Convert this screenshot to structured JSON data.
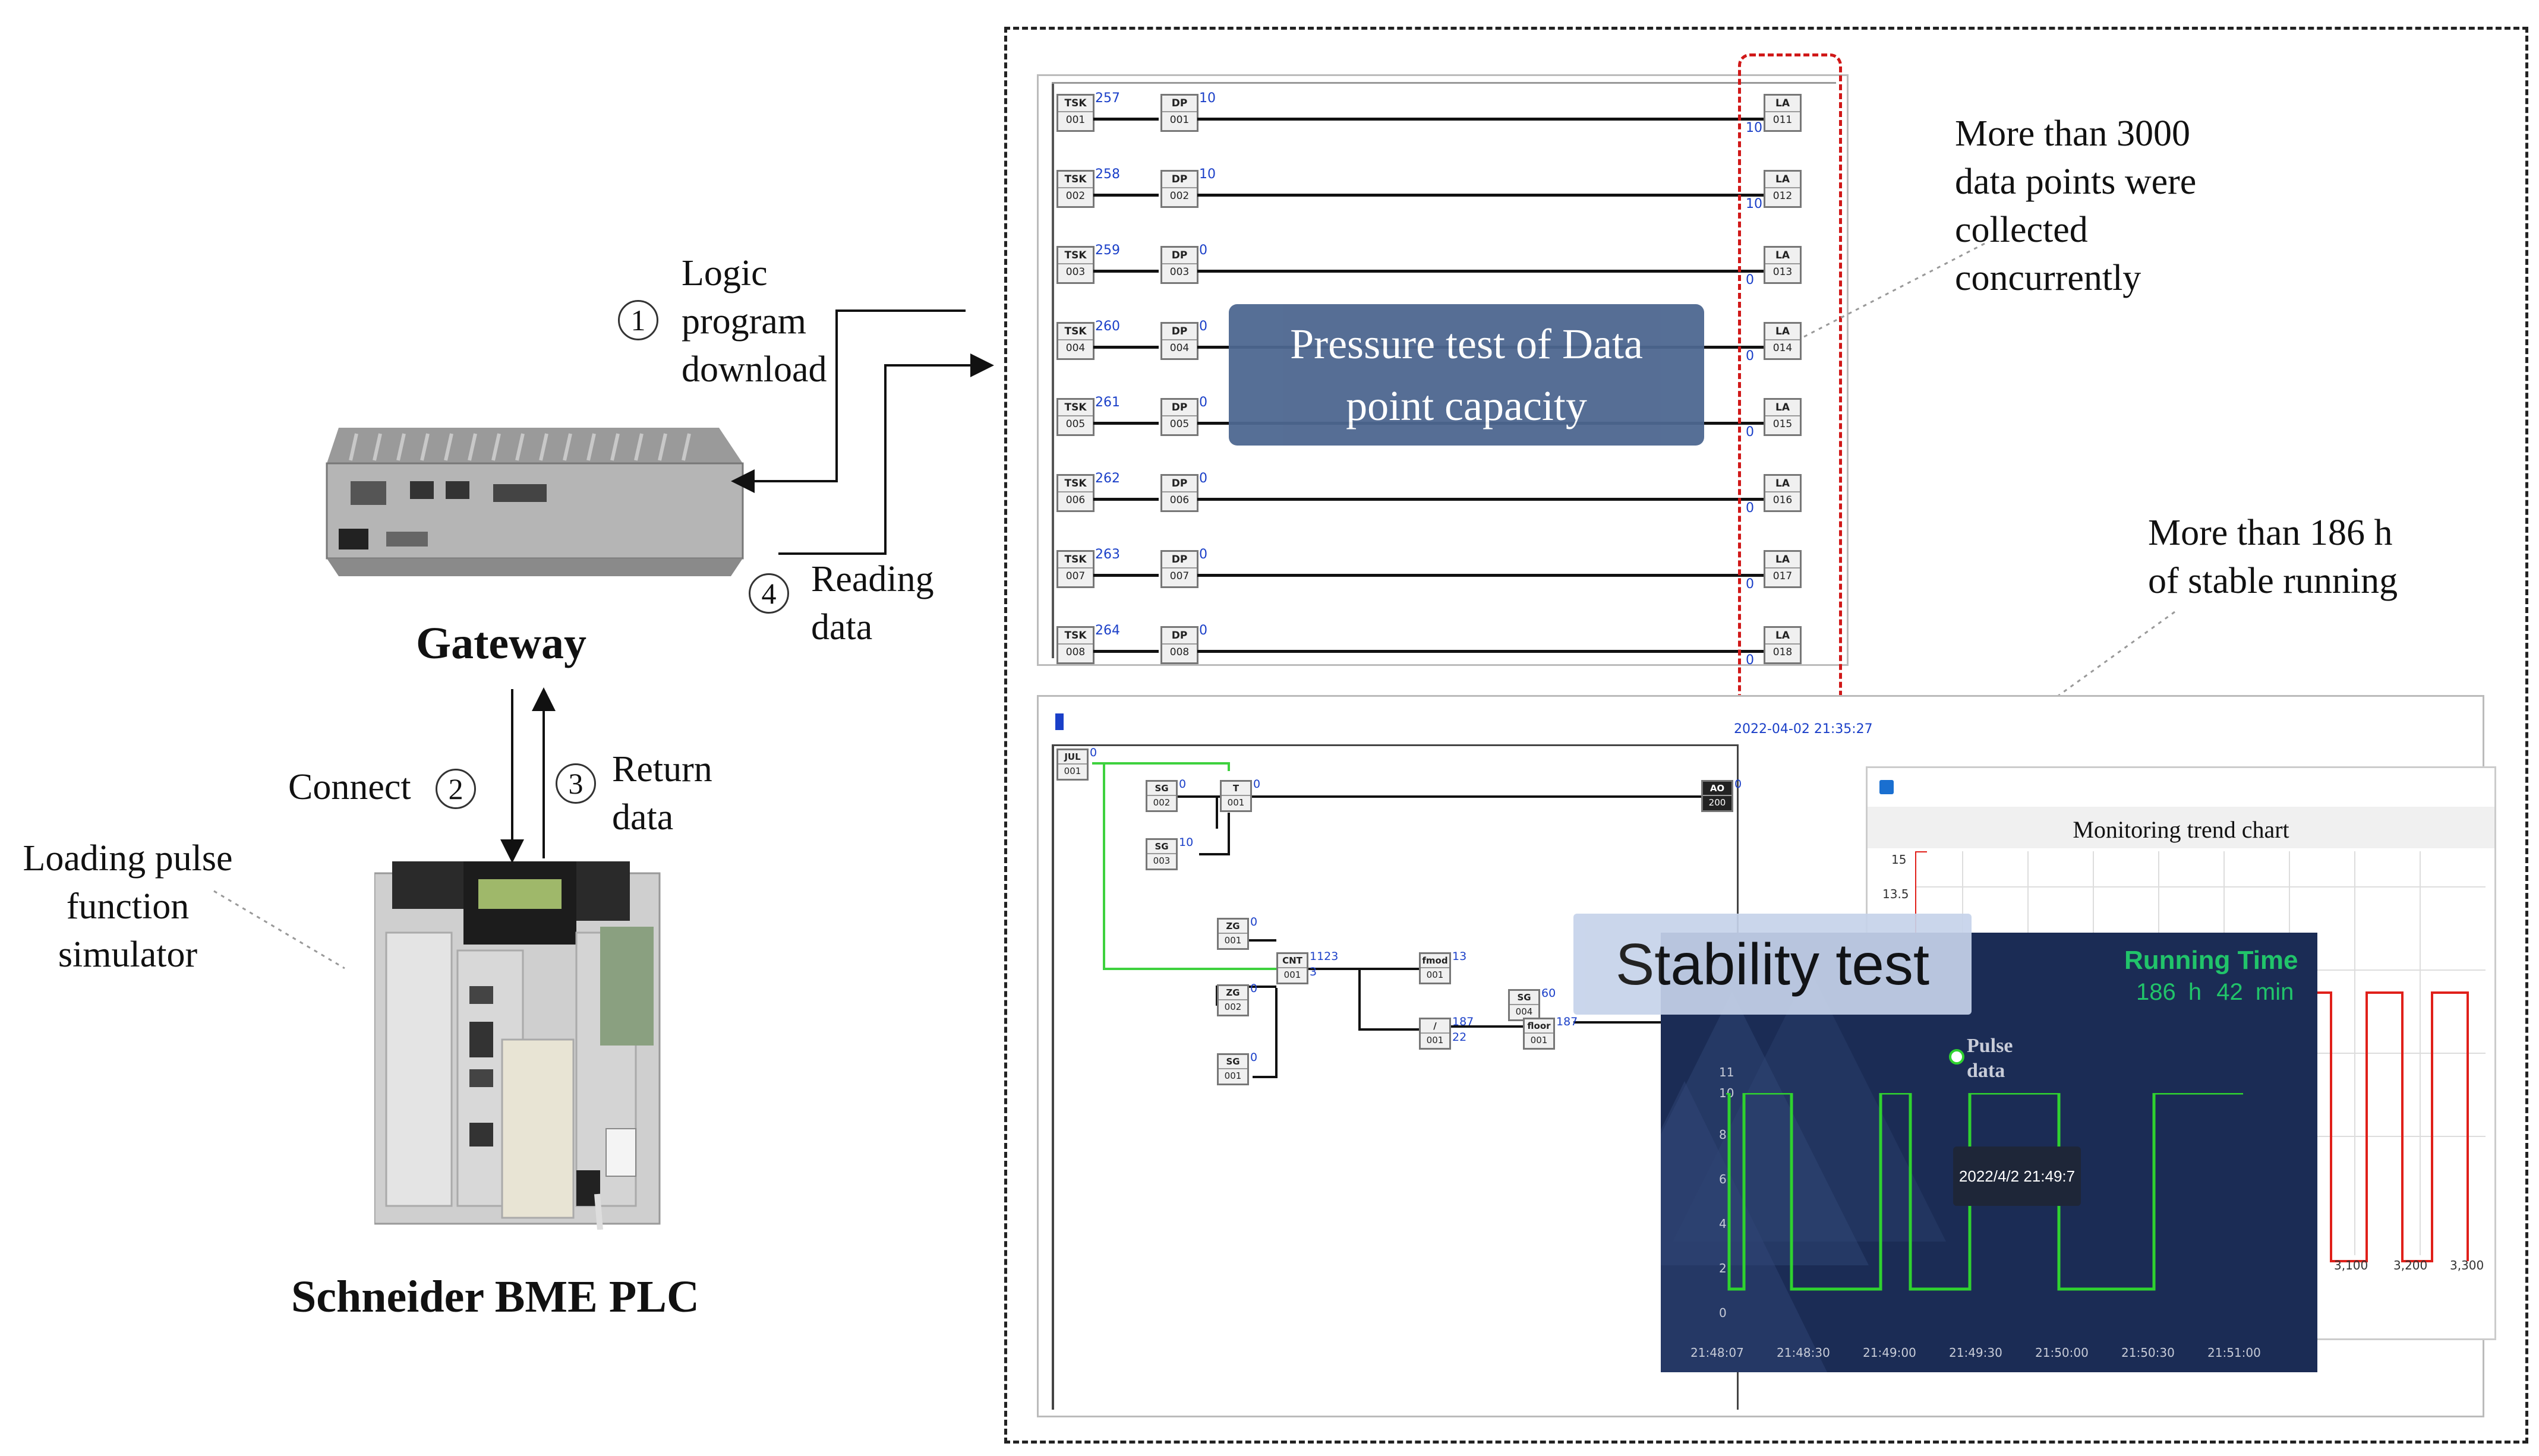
{
  "left": {
    "step1_num": "1",
    "step1_lines": [
      "Logic",
      "program",
      "download"
    ],
    "step2_num": "2",
    "step2_label": "Connect",
    "step3_num": "3",
    "step3_lines": [
      "Return",
      "data"
    ],
    "step4_num": "4",
    "step4_lines": [
      "Reading",
      "data"
    ],
    "gateway_label": "Gateway",
    "plc_label": "Schneider BME PLC",
    "simulator_lines": [
      "Loading pulse",
      "function",
      "simulator"
    ]
  },
  "annotations": {
    "datapoints_lines": [
      "More than 3000",
      "data points were",
      "collected",
      "concurrently"
    ],
    "stable_lines": [
      "More than 186 h",
      "of stable running"
    ]
  },
  "pressure": {
    "label_lines": [
      "Pressure test of Data",
      "point capacity"
    ],
    "rows": [
      {
        "tsk": "001",
        "tsk_val": "257",
        "dp": "001",
        "dp_val": "10",
        "la": "011",
        "la_val": "10"
      },
      {
        "tsk": "002",
        "tsk_val": "258",
        "dp": "002",
        "dp_val": "10",
        "la": "012",
        "la_val": "10"
      },
      {
        "tsk": "003",
        "tsk_val": "259",
        "dp": "003",
        "dp_val": "0",
        "la": "013",
        "la_val": "0"
      },
      {
        "tsk": "004",
        "tsk_val": "260",
        "dp": "004",
        "dp_val": "0",
        "la": "014",
        "la_val": "0"
      },
      {
        "tsk": "005",
        "tsk_val": "261",
        "dp": "005",
        "dp_val": "0",
        "la": "015",
        "la_val": "0"
      },
      {
        "tsk": "006",
        "tsk_val": "262",
        "dp": "006",
        "dp_val": "0",
        "la": "016",
        "la_val": "0"
      },
      {
        "tsk": "007",
        "tsk_val": "263",
        "dp": "007",
        "dp_val": "0",
        "la": "017",
        "la_val": "0"
      },
      {
        "tsk": "008",
        "tsk_val": "264",
        "dp": "008",
        "dp_val": "0",
        "la": "018",
        "la_val": "0"
      }
    ],
    "block_tsk": "TSK",
    "block_dp": "DP",
    "block_la": "LA"
  },
  "stability": {
    "timestamp": "2022-04-02 21:35:27",
    "label": "Stability test",
    "blocks": {
      "jul": {
        "t": "JUL",
        "n": "001",
        "v": "0"
      },
      "sg2": {
        "t": "SG",
        "n": "002",
        "v": "0"
      },
      "t1": {
        "t": "T",
        "n": "001",
        "v": "0"
      },
      "sg3": {
        "t": "SG",
        "n": "003",
        "v": "10"
      },
      "ao": {
        "t": "AO",
        "n": "200",
        "v": "0"
      },
      "zg1": {
        "t": "ZG",
        "n": "001",
        "v": "0"
      },
      "cnt": {
        "t": "CNT",
        "n": "001",
        "v": "1123",
        "v2": "3"
      },
      "zg2": {
        "t": "ZG",
        "n": "002",
        "v": "0"
      },
      "sg1": {
        "t": "SG",
        "n": "001",
        "v": "0"
      },
      "fmod": {
        "t": "fmod",
        "n": "001",
        "v": "13"
      },
      "sg4": {
        "t": "SG",
        "n": "004",
        "v": "60"
      },
      "div": {
        "t": "/",
        "n": "001",
        "v": "187",
        "v2": "22"
      },
      "floor": {
        "t": "floor",
        "n": "001",
        "v": "187"
      }
    }
  },
  "trend": {
    "title": "Monitoring trend chart",
    "y_ticks": [
      "15",
      "13.5"
    ],
    "x_ticks": [
      "3,100",
      "3,200",
      "3,300"
    ]
  },
  "running": {
    "title": "Running Time",
    "hours": "186",
    "h_unit": "h",
    "minutes": "42",
    "min_unit": "min",
    "legend": [
      "Pulse",
      "data"
    ],
    "tooltip": "2022/4/2 21:49:7",
    "y_ticks": [
      "11",
      "10",
      "8",
      "6",
      "4",
      "2",
      "0"
    ],
    "x_ticks": [
      "21:48:07",
      "21:48:30",
      "21:49:00",
      "21:49:30",
      "21:50:00",
      "21:50:30",
      "21:51:00"
    ]
  },
  "colors": {
    "dark_panel": "#1b2c55",
    "label_box": "#4d6790",
    "trend_red": "#e0201a",
    "pulse_green": "#2fd22f",
    "running_green": "#21c46a",
    "red_dash": "#d01818"
  },
  "chart_data": [
    {
      "type": "line",
      "x": [
        "21:48:07",
        "21:48:30",
        "21:48:30",
        "21:49:00",
        "21:49:00",
        "21:49:30",
        "21:49:30",
        "21:50:00",
        "21:50:00",
        "21:50:30",
        "21:50:30",
        "21:51:00"
      ],
      "y_pattern": [
        10,
        10,
        0,
        0,
        10,
        10,
        0,
        0,
        10,
        10,
        0,
        0
      ],
      "ylim": [
        0,
        11
      ],
      "legend": "Pulse data",
      "grid": false
    }
  ]
}
